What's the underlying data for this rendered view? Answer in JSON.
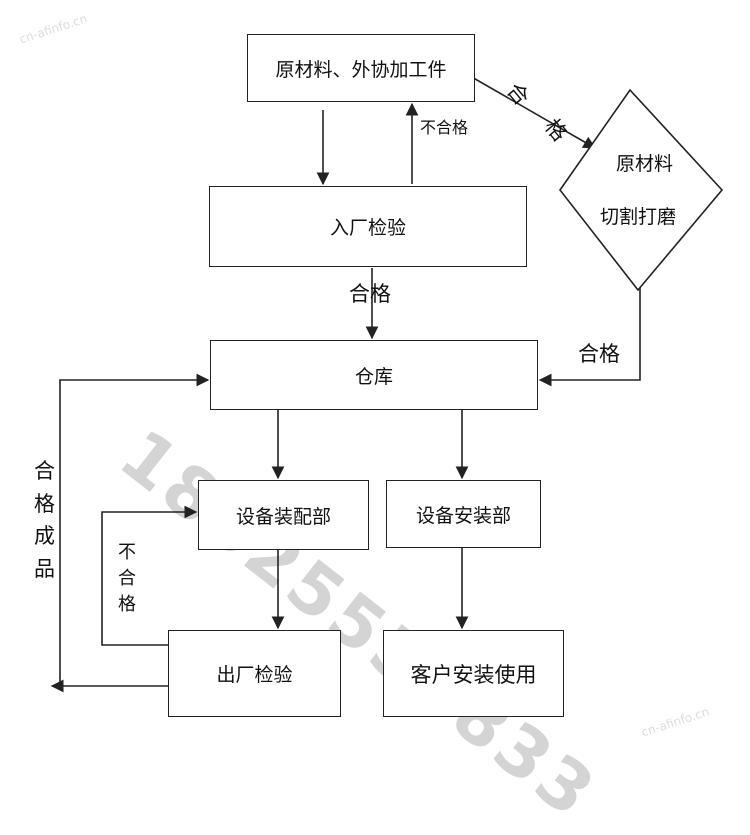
{
  "watermark": {
    "phone": "18625554833",
    "site": "cn-afinfo.cn"
  },
  "boxes": {
    "raw": "原材料、外协加工件",
    "inspect": "入厂检验",
    "cut_line1": "原材料",
    "cut_line2": "切割打磨",
    "warehouse": "仓库",
    "assembly": "设备装配部",
    "install": "设备安装部",
    "exit_inspect": "出厂检验",
    "client": "客户安装使用"
  },
  "labels": {
    "fail_top": "不合格",
    "pass_mid": "合格",
    "pass_right": "合格",
    "pass_diag": [
      "合",
      "格"
    ],
    "fail_left": [
      "不",
      "合",
      "格"
    ],
    "pass_product": [
      "合",
      "格",
      "成",
      "品"
    ]
  },
  "colors": {
    "line": "#222222",
    "watermark": "#d4d4d4"
  }
}
